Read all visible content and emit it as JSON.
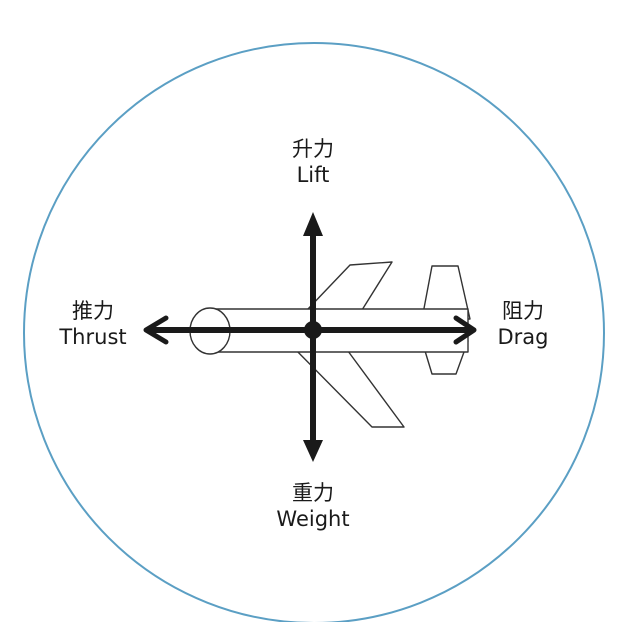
{
  "colors": {
    "circle_outline": "#5b9fc4",
    "arrow": "#1a1a1a",
    "airplane_outline": "#333333"
  },
  "forces": {
    "lift": {
      "zh": "升力",
      "en": "Lift"
    },
    "weight": {
      "zh": "重力",
      "en": "Weight"
    },
    "thrust": {
      "zh": "推力",
      "en": "Thrust"
    },
    "drag": {
      "zh": "阻力",
      "en": "Drag"
    }
  }
}
